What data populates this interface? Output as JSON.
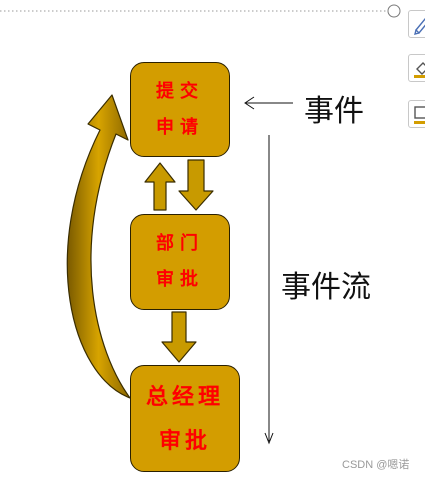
{
  "nodes": {
    "submit": {
      "line1": "提交",
      "line2": "申请"
    },
    "dept": {
      "line1": "部门",
      "line2": "审批"
    },
    "gm": {
      "line1": "总经理",
      "line2": "审批"
    }
  },
  "labels": {
    "event": "事件",
    "event_flow": "事件流"
  },
  "watermark": "CSDN @嗯诺",
  "colors": {
    "node_fill": "#d39d00",
    "node_text": "#ff0000",
    "arrow_fill": "#c89a00",
    "arrow_stroke": "#3a2d00",
    "text": "#111111"
  },
  "side_tools": [
    "pen-tool-icon",
    "fill-tool-icon",
    "outline-tool-icon"
  ]
}
